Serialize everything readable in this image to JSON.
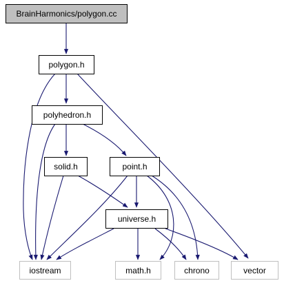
{
  "diagram": {
    "colors": {
      "edge": "#191970",
      "root_fill": "#bfbfbf",
      "node_border": "#000000",
      "external_border": "#bfbfbf"
    },
    "nodes": {
      "root": {
        "label": "BrainHarmonics/polygon.cc"
      },
      "polygon": {
        "label": "polygon.h"
      },
      "polyhedron": {
        "label": "polyhedron.h"
      },
      "solid": {
        "label": "solid.h"
      },
      "point": {
        "label": "point.h"
      },
      "universe": {
        "label": "universe.h"
      },
      "iostream": {
        "label": "iostream"
      },
      "math": {
        "label": "math.h"
      },
      "chrono": {
        "label": "chrono"
      },
      "vector": {
        "label": "vector"
      }
    },
    "edges": [
      [
        "root",
        "polygon"
      ],
      [
        "polygon",
        "polyhedron"
      ],
      [
        "polygon",
        "iostream"
      ],
      [
        "polygon",
        "vector"
      ],
      [
        "polyhedron",
        "solid"
      ],
      [
        "polyhedron",
        "point"
      ],
      [
        "polyhedron",
        "iostream"
      ],
      [
        "solid",
        "universe"
      ],
      [
        "solid",
        "iostream"
      ],
      [
        "point",
        "universe"
      ],
      [
        "point",
        "iostream"
      ],
      [
        "point",
        "math"
      ],
      [
        "point",
        "chrono"
      ],
      [
        "universe",
        "iostream"
      ],
      [
        "universe",
        "math"
      ],
      [
        "universe",
        "chrono"
      ],
      [
        "universe",
        "vector"
      ]
    ]
  }
}
